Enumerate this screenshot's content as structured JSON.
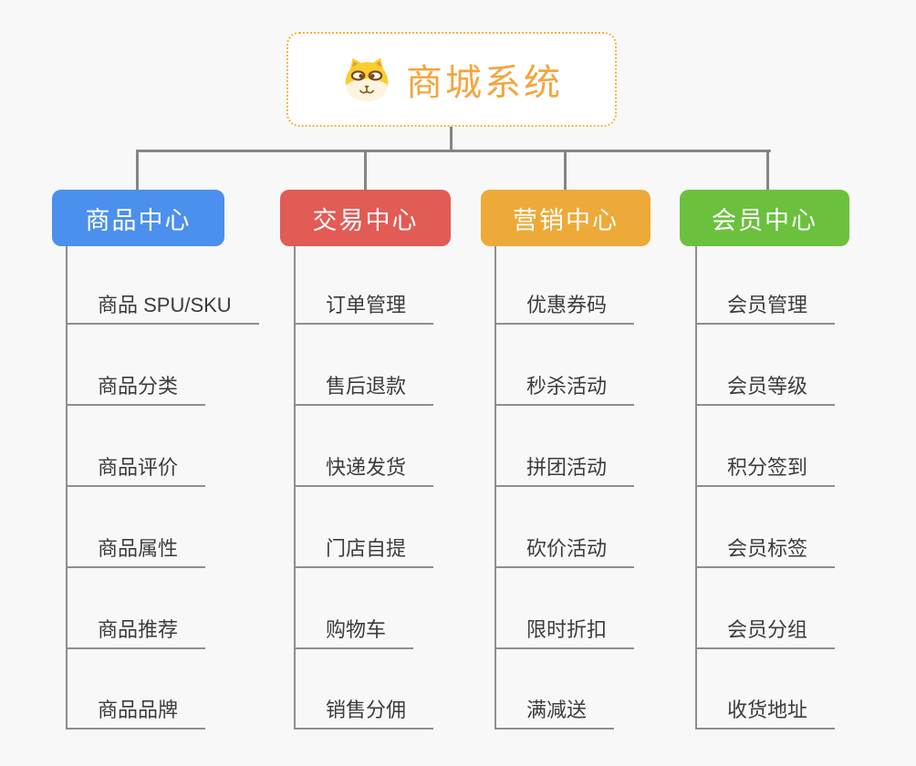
{
  "root": {
    "title": "商城系统",
    "icon": "shiba-dog-icon"
  },
  "branches": [
    {
      "id": "product-center",
      "label": "商品中心",
      "color": "#4B90EC",
      "children": [
        "商品 SPU/SKU",
        "商品分类",
        "商品评价",
        "商品属性",
        "商品推荐",
        "商品品牌"
      ]
    },
    {
      "id": "trade-center",
      "label": "交易中心",
      "color": "#E25B55",
      "children": [
        "订单管理",
        "售后退款",
        "快递发货",
        "门店自提",
        "购物车",
        "销售分佣"
      ]
    },
    {
      "id": "marketing-center",
      "label": "营销中心",
      "color": "#EDAA38",
      "children": [
        "优惠券码",
        "秒杀活动",
        "拼团活动",
        "砍价活动",
        "限时折扣",
        "满减送"
      ]
    },
    {
      "id": "member-center",
      "label": "会员中心",
      "color": "#6BC13E",
      "children": [
        "会员管理",
        "会员等级",
        "积分签到",
        "会员标签",
        "会员分组",
        "收货地址"
      ]
    }
  ],
  "colors": {
    "background": "#F8F8F8",
    "root_accent": "#F2A640",
    "root_border": "#F5B03E",
    "connector": "#858585",
    "leaf_line": "#8E8E8E",
    "leaf_text": "#3C3C3C"
  }
}
